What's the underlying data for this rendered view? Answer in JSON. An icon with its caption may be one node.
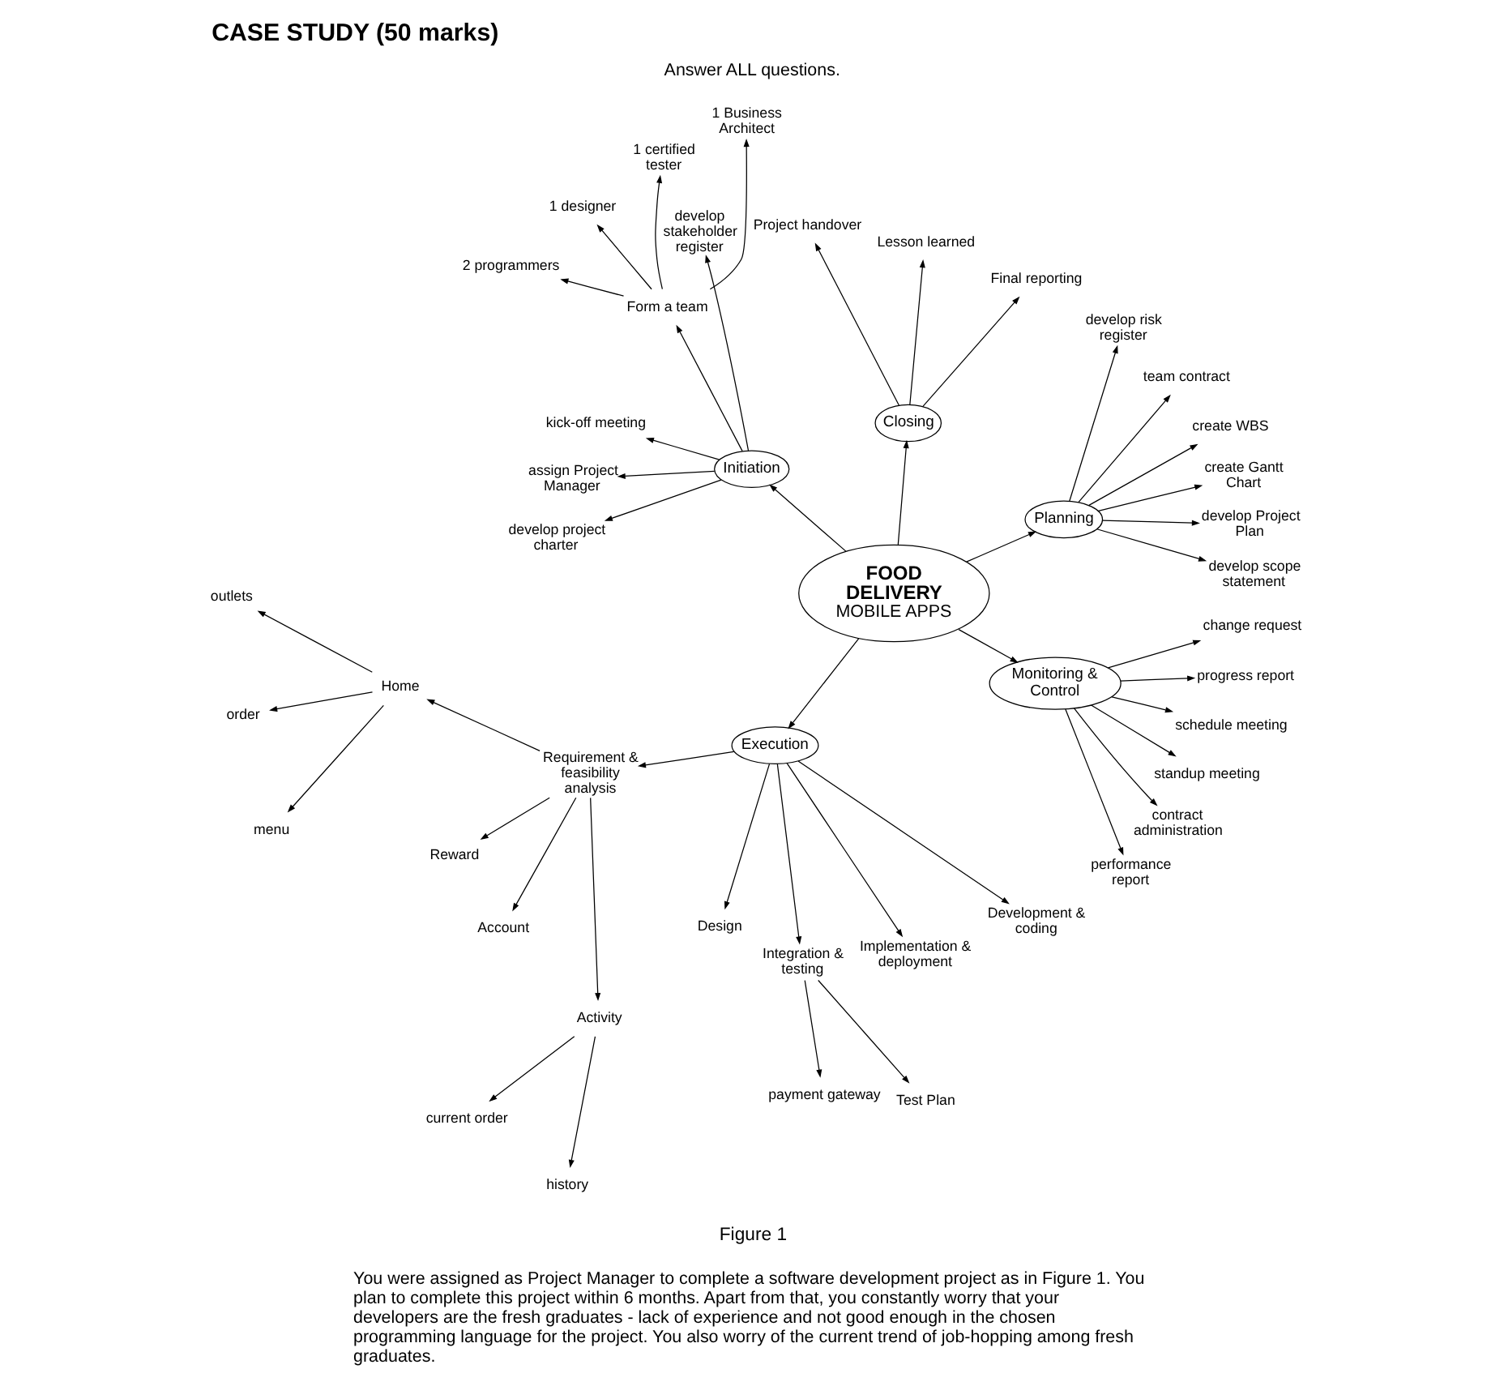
{
  "diagram": {
    "title": "CASE STUDY (50 marks)",
    "caption": "Figure 1",
    "nodes": [
      {
        "text": [
          "Final reporting"
        ]
      },
      {
        "text": [
          "Lesson learned"
        ]
      },
      {
        "text": [
          "develop scope statement"
        ]
      },
      {
        "text": [
          "develop Project Plan"
        ]
      },
      {
        "text": [
          "1 Business Architect"
        ]
      },
      {
        "text": [
          "create Gantt Chart"
        ]
      },
      {
        "text": [
          "Project handover"
        ]
      },
      {
        "text": [
          "1 certified tester"
        ]
      },
      {
        "text": [
          "outlets"
        ]
      },
      {
        "text": [
          "Planning"
        ]
      },
      {
        "text": [
          "1 designer"
        ]
      },
      {
        "text": [
          "order"
        ]
      },
      {
        "text": [
          "menu"
        ]
      },
      {
        "text": [
          "create WBS"
        ]
      },
      {
        "text": [
          "2 programmers"
        ]
      },
      {
        "text": [
          "Closing"
        ]
      },
      {
        "text": [
          "Home"
        ]
      },
      {
        "text": [
          "team contract"
        ]
      },
      {
        "text": [
          "develop risk register"
        ]
      },
      {
        "text": [
          "develop stakeholder register"
        ]
      },
      {
        "text": [
          "Form a team"
        ]
      },
      {
        "text": [
          "Reward"
        ]
      },
      {
        "text": [
          "Account"
        ]
      },
      {
        "text": [
          "FOOD DELIVERY",
          "MOBILE APPS"
        ]
      },
      {
        "text": [
          "Requirement & feasibility analysis"
        ]
      },
      {
        "text": [
          "Design"
        ]
      },
      {
        "text": [
          "Initiation"
        ]
      },
      {
        "text": [
          "Activity"
        ]
      },
      {
        "text": [
          "kick-off meeting"
        ]
      },
      {
        "text": [
          "current order"
        ]
      },
      {
        "text": [
          "assign Project Manager"
        ]
      },
      {
        "text": [
          "history"
        ]
      },
      {
        "text": [
          "Execution"
        ]
      },
      {
        "text": [
          "Integration & testing"
        ]
      },
      {
        "text": [
          "develop project charter"
        ]
      },
      {
        "text": [
          "performance report"
        ]
      },
      {
        "text": [
          "Monitoring & Control"
        ]
      },
      {
        "text": [
          "payment gateway"
        ]
      },
      {
        "text": [
          "Test Plan"
        ]
      },
      {
        "text": [
          "Implementation & deployment"
        ]
      },
      {
        "text": [
          "contract administration"
        ]
      },
      {
        "text": [
          "standup meeting"
        ]
      },
      {
        "text": [
          "Development & coding"
        ]
      },
      {
        "text": [
          "schedule meeting"
        ]
      },
      {
        "text": [
          "progress report"
        ]
      },
      {
        "text": [
          "change request"
        ]
      }
    ],
    "edges": [
      {
        "from": 23,
        "to": 9,
        "arrow": "to"
      },
      {
        "from": 23,
        "to": 26,
        "arrow": "to"
      },
      {
        "from": 23,
        "to": 36,
        "arrow": "to"
      },
      {
        "from": 23,
        "to": 32,
        "arrow": "to"
      },
      {
        "from": 23,
        "to": 15,
        "arrow": "to"
      },
      {
        "from": 9,
        "to": 3,
        "arrow": "to"
      },
      {
        "from": 9,
        "to": 5,
        "arrow": "to"
      },
      {
        "from": 9,
        "to": 13,
        "arrow": "to"
      },
      {
        "from": 9,
        "to": 2,
        "arrow": "to"
      },
      {
        "from": 9,
        "to": 18,
        "arrow": "to"
      },
      {
        "from": 9,
        "to": 17,
        "arrow": "to"
      },
      {
        "from": 15,
        "to": 0,
        "arrow": "to"
      },
      {
        "from": 15,
        "to": 1,
        "arrow": "to"
      },
      {
        "from": 15,
        "to": 6,
        "arrow": "to"
      },
      {
        "from": 26,
        "to": 19,
        "arrow": "to"
      },
      {
        "from": 26,
        "to": 20,
        "arrow": "to"
      },
      {
        "from": 26,
        "to": 28,
        "arrow": "to"
      },
      {
        "from": 26,
        "to": 30,
        "arrow": "to"
      },
      {
        "from": 26,
        "to": 34,
        "arrow": "to"
      },
      {
        "from": 20,
        "to": 10,
        "arrow": "to"
      },
      {
        "from": 20,
        "to": 4,
        "arrow": "to"
      },
      {
        "from": 20,
        "to": 7,
        "arrow": "to"
      },
      {
        "from": 20,
        "to": 14,
        "arrow": "to"
      },
      {
        "from": 36,
        "to": 35,
        "arrow": "to"
      },
      {
        "from": 36,
        "to": 40,
        "arrow": "to"
      },
      {
        "from": 36,
        "to": 43,
        "arrow": "to"
      },
      {
        "from": 36,
        "to": 45,
        "arrow": "to"
      },
      {
        "from": 36,
        "to": 44,
        "arrow": "to"
      },
      {
        "from": 36,
        "to": 41,
        "arrow": "to"
      },
      {
        "from": 32,
        "to": 25,
        "arrow": "to"
      },
      {
        "from": 32,
        "to": 24,
        "arrow": "to"
      },
      {
        "from": 32,
        "to": 33,
        "arrow": "to"
      },
      {
        "from": 32,
        "to": 42,
        "arrow": "to"
      },
      {
        "from": 32,
        "to": 39,
        "arrow": "to"
      },
      {
        "from": 24,
        "to": 16,
        "arrow": "to"
      },
      {
        "from": 24,
        "to": 21,
        "arrow": "to"
      },
      {
        "from": 24,
        "to": 22,
        "arrow": "to"
      },
      {
        "from": 24,
        "to": 27,
        "arrow": "to"
      },
      {
        "from": 16,
        "to": 11,
        "arrow": "to"
      },
      {
        "from": 16,
        "to": 8,
        "arrow": "to"
      },
      {
        "from": 16,
        "to": 12,
        "arrow": "to"
      },
      {
        "from": 27,
        "to": 29,
        "arrow": "to"
      },
      {
        "from": 27,
        "to": 31,
        "arrow": "to"
      },
      {
        "from": 33,
        "to": 37,
        "arrow": "to"
      },
      {
        "from": 33,
        "to": 38,
        "arrow": "to"
      }
    ],
    "labels": [
      "Answer ALL questions.",
      "You were assigned as Project Manager to complete a software development project as in Figure 1. You plan to complete this project within 6 months. Apart from that, you constantly worry that your developers are the fresh graduates - lack of experience and not good enough in the chosen programming language for the project. You also worry of the current trend of job-hopping among fresh graduates."
    ]
  }
}
